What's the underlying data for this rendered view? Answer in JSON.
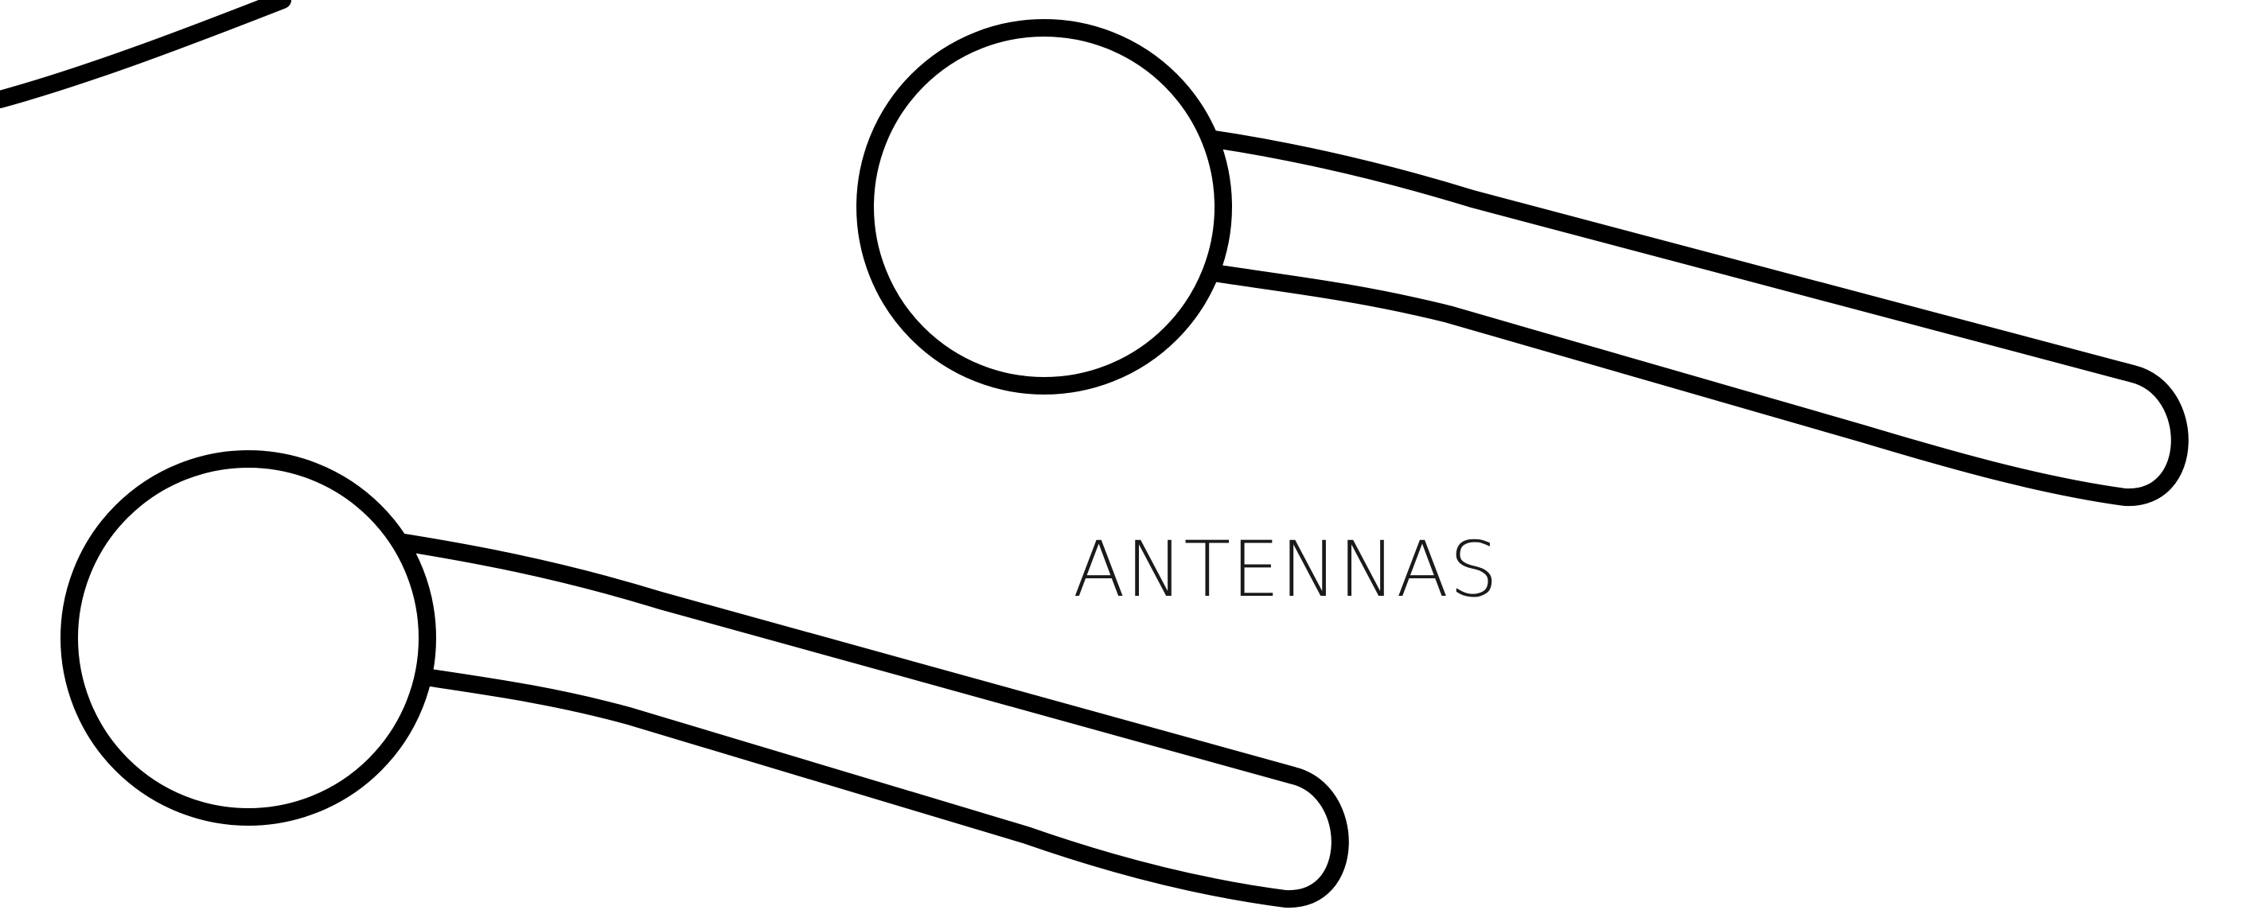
{
  "diagram": {
    "label": "ANTENNAS",
    "stroke_color": "#000000",
    "fill_color": "#ffffff",
    "parts": [
      "body-edge",
      "antenna-upper",
      "antenna-lower"
    ]
  }
}
